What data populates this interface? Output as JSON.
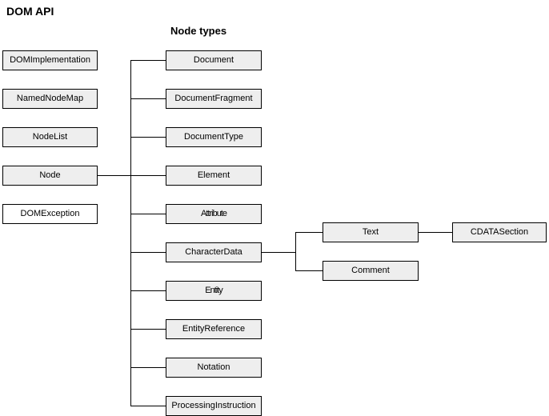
{
  "title": "DOM API",
  "heading": "Node types",
  "colors": {
    "background": "#ffffff",
    "box_fill": "#eeeeee",
    "box_fill_exception": "#ffffff",
    "box_border": "#000000",
    "line": "#000000",
    "text": "#000000"
  },
  "left_column": {
    "items": [
      {
        "label": "DOMImplementation"
      },
      {
        "label": "NamedNodeMap"
      },
      {
        "label": "NodeList"
      },
      {
        "label": "Node"
      },
      {
        "label": "DOMException"
      }
    ]
  },
  "node_types": {
    "items": [
      {
        "label": "Document"
      },
      {
        "label": "DocumentFragment"
      },
      {
        "label": "DocumentType"
      },
      {
        "label": "Element"
      },
      {
        "label": "Attribute"
      },
      {
        "label": "CharacterData"
      },
      {
        "label": "Entity"
      },
      {
        "label": "EntityReference"
      },
      {
        "label": "Notation"
      },
      {
        "label": "ProcessingInstruction"
      }
    ]
  },
  "character_data_children": {
    "items": [
      {
        "label": "Text"
      },
      {
        "label": "Comment"
      }
    ]
  },
  "text_children": {
    "items": [
      {
        "label": "CDATASection"
      }
    ]
  },
  "edges": [
    {
      "from": "Node",
      "to": "Document"
    },
    {
      "from": "Node",
      "to": "DocumentFragment"
    },
    {
      "from": "Node",
      "to": "DocumentType"
    },
    {
      "from": "Node",
      "to": "Element"
    },
    {
      "from": "Node",
      "to": "Attribute"
    },
    {
      "from": "Node",
      "to": "CharacterData"
    },
    {
      "from": "Node",
      "to": "Entity"
    },
    {
      "from": "Node",
      "to": "EntityReference"
    },
    {
      "from": "Node",
      "to": "Notation"
    },
    {
      "from": "Node",
      "to": "ProcessingInstruction"
    },
    {
      "from": "CharacterData",
      "to": "Text"
    },
    {
      "from": "CharacterData",
      "to": "Comment"
    },
    {
      "from": "Text",
      "to": "CDATASection"
    }
  ]
}
